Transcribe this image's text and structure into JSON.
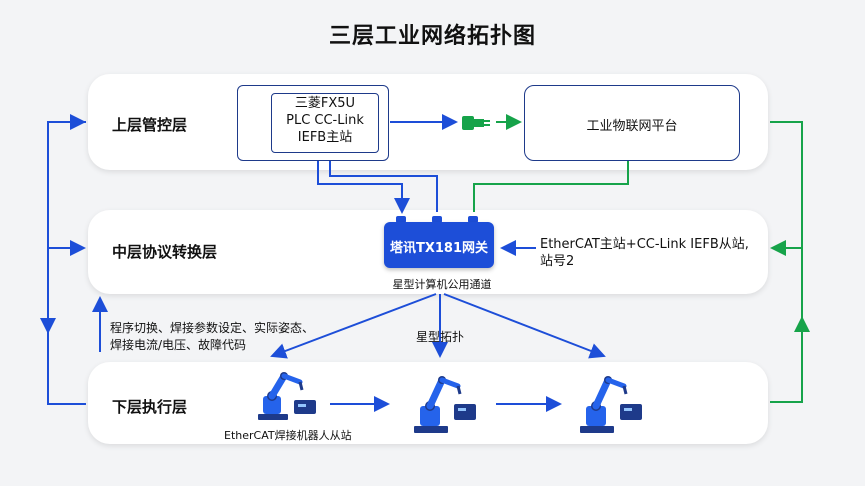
{
  "title": "三层工业网络拓扑图",
  "layers": {
    "top": "上层管控层",
    "middle": "中层协议转换层",
    "bottom": "下层执行层"
  },
  "plc": {
    "line1": "三菱FX5U",
    "line2": "PLC CC-Link",
    "line3": "IEFB主站"
  },
  "iot_platform": "工业物联网平台",
  "gateway": {
    "label": "塔讯TX181网关",
    "channel": "星型计算机公用通道"
  },
  "gateway_role": {
    "line1": "EtherCAT主站+CC-Link IEFB从站,",
    "line2": "站号2"
  },
  "data_note": {
    "line1": "程序切换、焊接参数设定、实际姿态、",
    "line2": "焊接电流/电压、故障代码"
  },
  "star_topology": "星型拓扑",
  "robot_label": "EtherCAT焊接机器人从站",
  "colors": {
    "blue": "#1d4ed8",
    "dark_blue": "#1e3a8a",
    "green": "#16a34a"
  },
  "icons": [
    "connector-icon",
    "robot-arm-icon"
  ]
}
